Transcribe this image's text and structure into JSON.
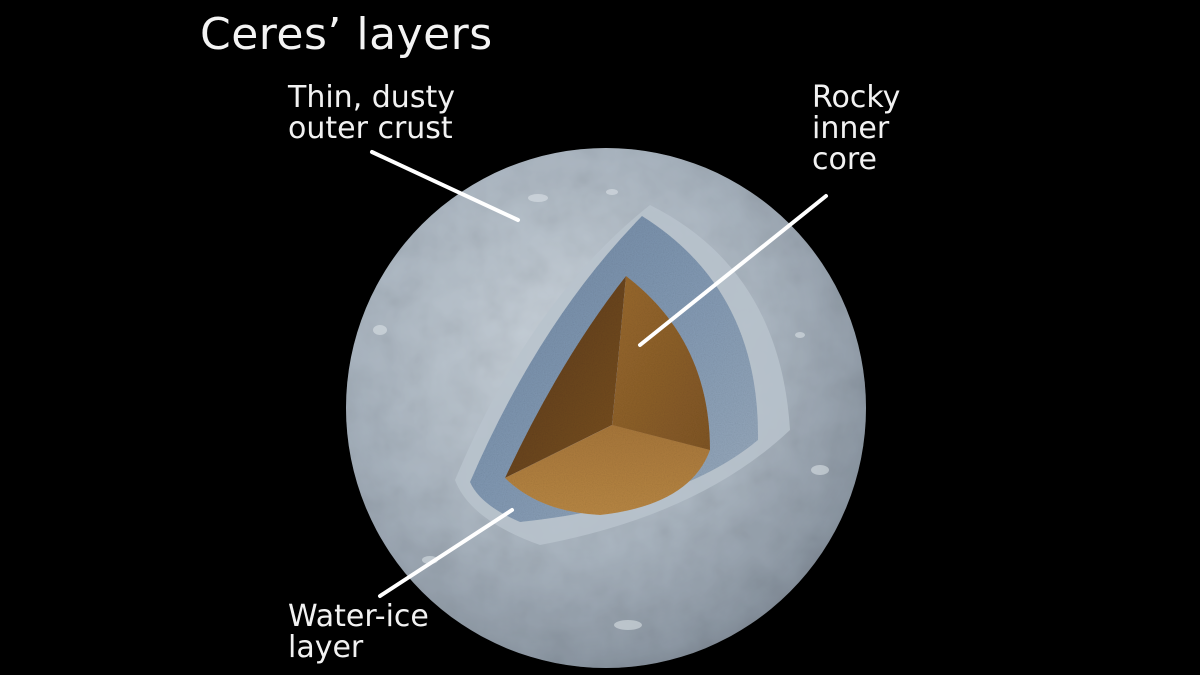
{
  "title": "Ceres’ layers",
  "labels": {
    "crust": [
      "Thin, dusty",
      "outer crust"
    ],
    "core": [
      "Rocky",
      "inner",
      "core"
    ],
    "ice": [
      "Water-ice",
      "layer"
    ]
  },
  "colors": {
    "background": "#000000",
    "crust": "#a9b4bf",
    "ice": "#7b93ad",
    "core": "#8a5a24",
    "text": "#f2f2f2"
  }
}
